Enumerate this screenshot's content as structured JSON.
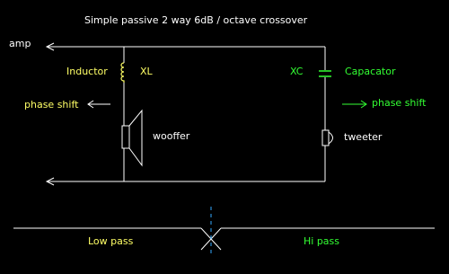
{
  "title": "Simple  passive  2 way  6dB / octave crossover",
  "labels": {
    "amp": "amp",
    "inductor": "Inductor",
    "xl": "XL",
    "xc": "XC",
    "capacitor": "Capacator",
    "phase_shift_left": "phase shift",
    "phase_shift_right": "phase shift",
    "woofer": "wooffer",
    "tweeter": "tweeter",
    "low_pass": "Low pass",
    "high_pass": "Hi pass"
  },
  "colors": {
    "background": "#000000",
    "wire": "#ffffff",
    "inductor_label": "#ffff66",
    "capacitor": "#33ff33",
    "divider_dash": "#33aaff"
  }
}
